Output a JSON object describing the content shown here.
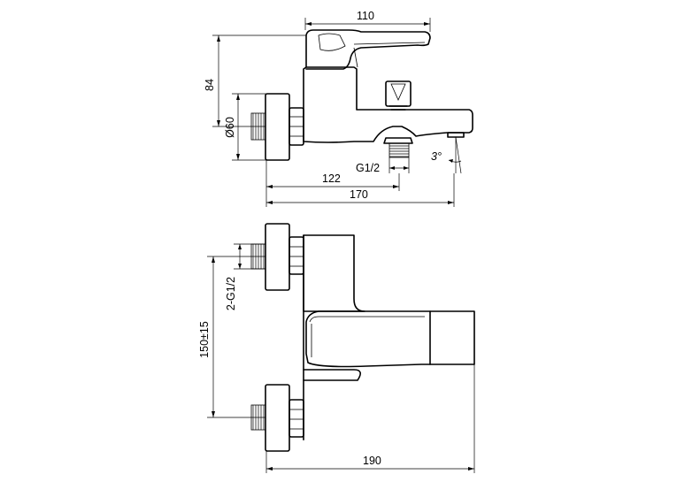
{
  "dimensions": {
    "width_110": "110",
    "height_84": "84",
    "diameter_60": "Ø60",
    "thread_outlet": "G1/2",
    "angle": "3°",
    "length_122": "122",
    "length_170": "170",
    "thread_inlets": "2-G1/2",
    "centers": "150±15",
    "length_190": "190"
  }
}
